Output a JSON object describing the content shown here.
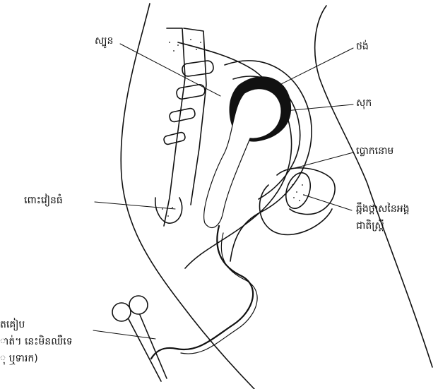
{
  "figure": {
    "labels": {
      "spine": "ស្បូន",
      "bowel": "ពោះវៀនធំ",
      "placenta": "ថង់",
      "uterus_side": "សុក",
      "bladder": "ប្លោកនោម",
      "pubic_bone": "ឆ្អឹងថ្ពាសនៃអង្គ",
      "pubic_bone_2": "ជាតិស្ត្រី",
      "clamp_line1": "តគៀប",
      "clamp_line2": "ាត់។ នេះមិនឈឺទេ",
      "clamp_line3": "ុ ឬទារក)"
    }
  }
}
